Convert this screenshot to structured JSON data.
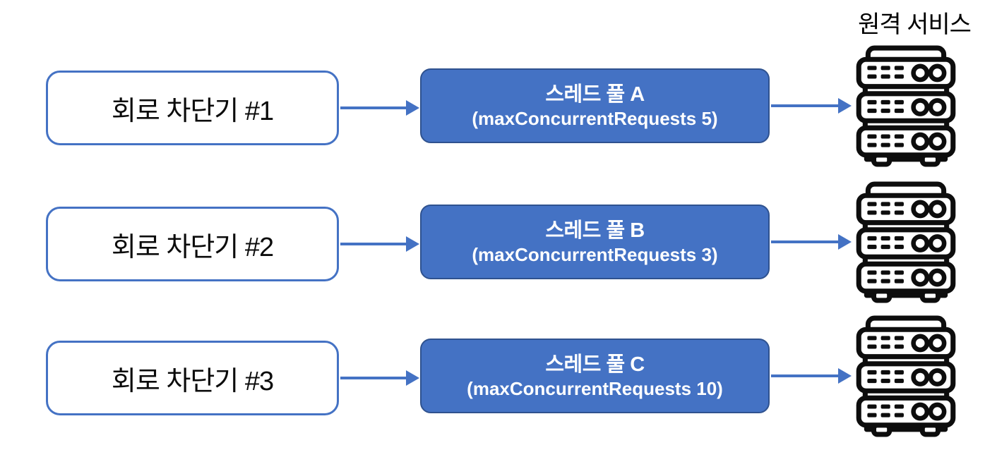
{
  "diagram": {
    "remote_service_label": "원격 서비스",
    "rows": [
      {
        "breaker_label": "회로 차단기 #1",
        "pool_name": "스레드 풀 A",
        "pool_config": "(maxConcurrentRequests 5)"
      },
      {
        "breaker_label": "회로 차단기 #2",
        "pool_name": "스레드 풀 B",
        "pool_config": "(maxConcurrentRequests 3)"
      },
      {
        "breaker_label": "회로 차단기 #3",
        "pool_name": "스레드 풀 C",
        "pool_config": "(maxConcurrentRequests 10)"
      }
    ],
    "icons": {
      "server": "server-rack-icon",
      "arrow": "arrow-right-icon"
    }
  },
  "colors": {
    "accent_blue": "#4472C4",
    "pool_border": "#2F528F",
    "icon_black": "#0D0D0D"
  }
}
